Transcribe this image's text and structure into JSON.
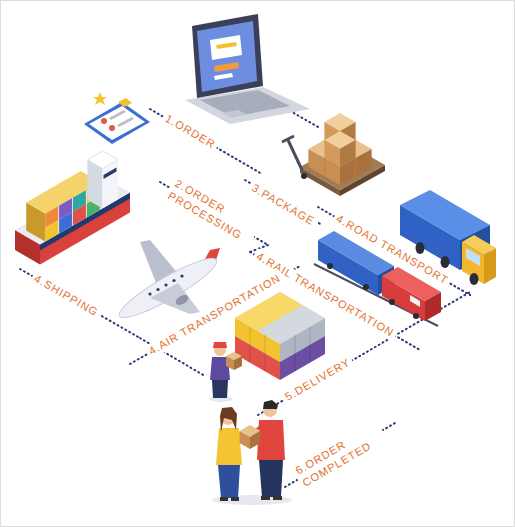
{
  "diagram": {
    "labels": [
      "1.ORDER",
      "2.ORDER PROCESSING",
      "3.PACKAGE",
      "4.ROAD TRANSPORT",
      "4.RAIL TRANSPORTATION",
      "4.SHIPPING",
      "4.AIR TRANSPORTATION",
      "5.DELIVERY",
      "6.ORDER COMPLETED"
    ]
  }
}
